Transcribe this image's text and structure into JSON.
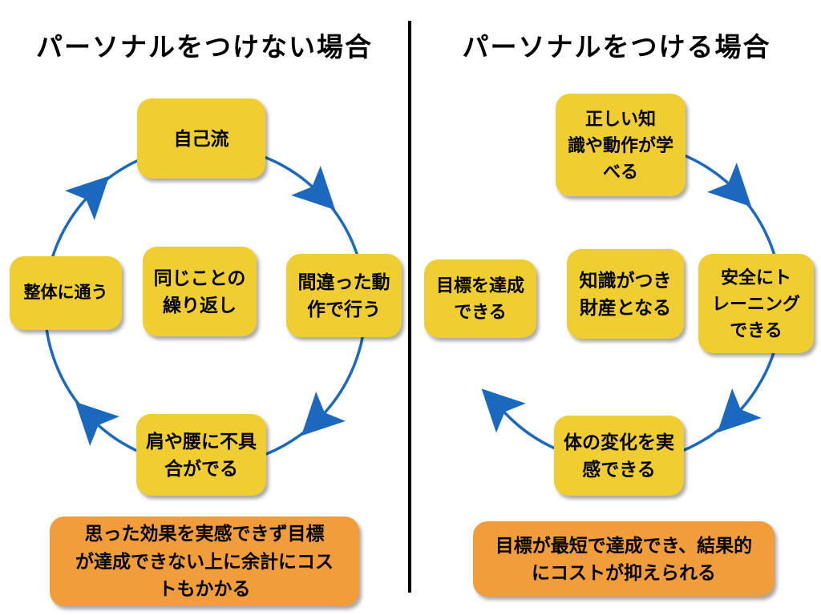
{
  "colors": {
    "yellow": "#F0CE32",
    "orange": "#F29D3B",
    "blue": "#1B69BE",
    "divider": "#000000",
    "text": "#000000"
  },
  "titles": {
    "left": "パーソナルをつけない場合",
    "right": "パーソナルをつける場合"
  },
  "left_cycle": {
    "top": [
      "自己流"
    ],
    "right": [
      "間違った動",
      "作で行う"
    ],
    "bottom": [
      "肩や腰に不具",
      "合がでる"
    ],
    "left": [
      "整体に通う"
    ],
    "center": [
      "同じことの",
      "繰り返し"
    ],
    "result": [
      "思った効果を実感できず目標",
      "が達成できない上に余計にコス",
      "トもかかる"
    ]
  },
  "right_cycle": {
    "top": [
      "正しい知",
      "識や動作が学",
      "べる"
    ],
    "right": [
      "安全にト",
      "レーニング",
      "できる"
    ],
    "bottom": [
      "体の変化を実",
      "感できる"
    ],
    "left": [
      "目標を達成",
      "できる"
    ],
    "center": [
      "知識がつき",
      "財産となる"
    ],
    "result": [
      "目標が最短で達成でき、結果的",
      "にコストが抑えられる"
    ]
  }
}
